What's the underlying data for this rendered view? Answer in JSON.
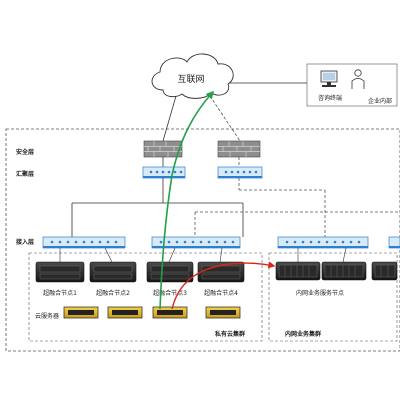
{
  "cloud": {
    "label": "互联网"
  },
  "office": {
    "terminal_label": "咨询终端",
    "group_label": "企业内部"
  },
  "layers": {
    "security": "安全层",
    "aggregation": "汇聚层",
    "access": "接入层"
  },
  "nodes": [
    "超融合节点1",
    "超融合节点2",
    "超融合节点3",
    "超融合节点4"
  ],
  "storage_label": "云服务器",
  "private_cloud_label": "私有云集群",
  "internal_cluster": {
    "node_label": "内网业务服务节点",
    "group_label": "内网业务集群"
  },
  "colors": {
    "green_flow": "#22a04a",
    "red_flow": "#d9261c",
    "switch_blue": "#2f7fd0",
    "dash": "#555555"
  }
}
